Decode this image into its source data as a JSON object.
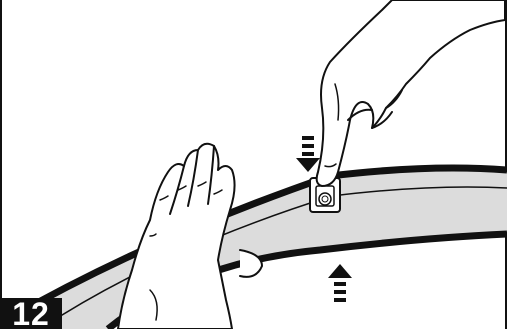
{
  "step": {
    "number": "12"
  },
  "colors": {
    "line": "#111111",
    "strip": "#dcdcdc",
    "background": "#ffffff",
    "badge": "#111111",
    "badge_text": "#ffffff"
  },
  "icons": [
    "hand-pointing",
    "hand-flat",
    "press-down-arrow",
    "press-up-arrow",
    "clip"
  ]
}
